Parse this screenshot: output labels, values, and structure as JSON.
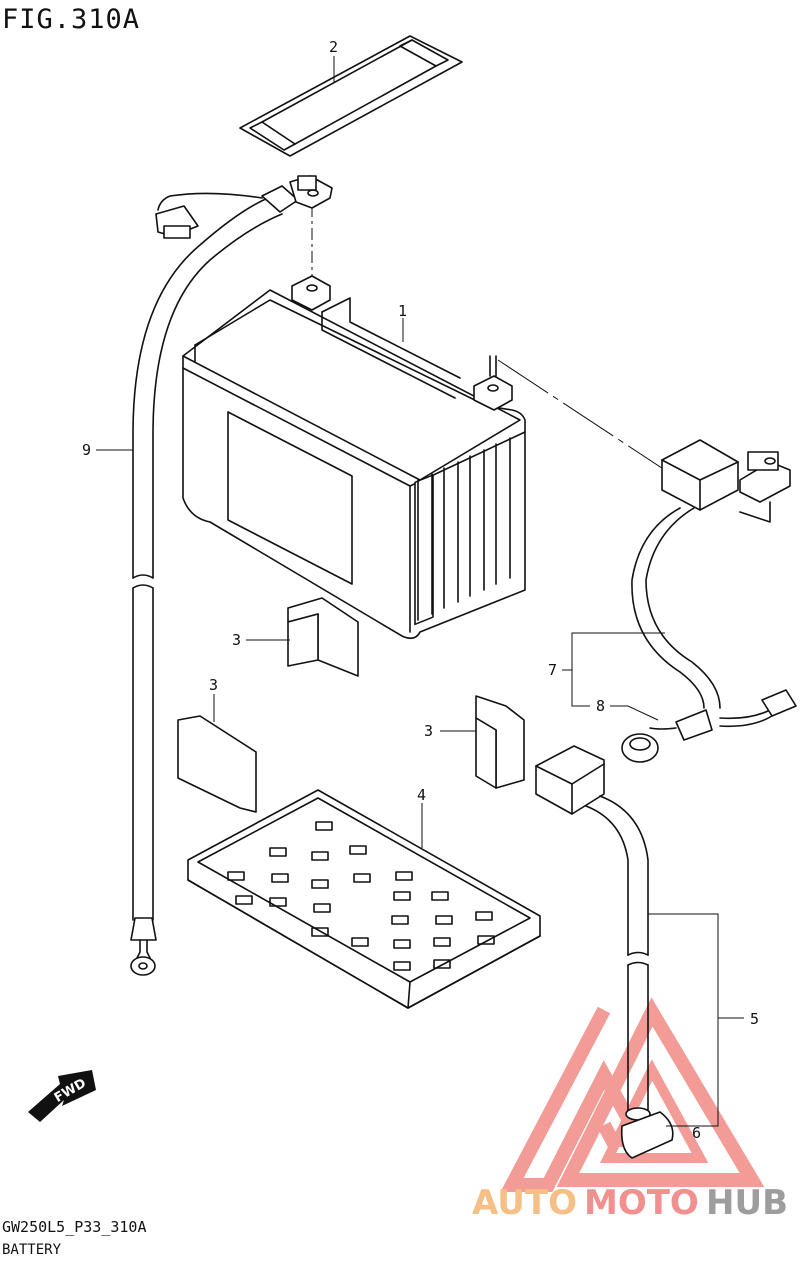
{
  "header": {
    "figure_label": "FIG.310A"
  },
  "footer": {
    "code": "GW250L5_P33_310A",
    "name": "BATTERY"
  },
  "callouts": {
    "c1": "1",
    "c2": "2",
    "c3a": "3",
    "c3b": "3",
    "c3c": "3",
    "c4": "4",
    "c5": "5",
    "c6": "6",
    "c7": "7",
    "c8": "8",
    "c9": "9"
  },
  "fwd_label": "FWD",
  "watermark": {
    "part_a": "AUTO",
    "part_b": "MOTO",
    "part_c": "HUB",
    "colors": {
      "auto": "#f6bf86",
      "moto": "#f29090",
      "hub": "#9d9d9d",
      "triangle": "#f28b86"
    }
  },
  "colors": {
    "line": "#111111",
    "background": "#ffffff"
  }
}
